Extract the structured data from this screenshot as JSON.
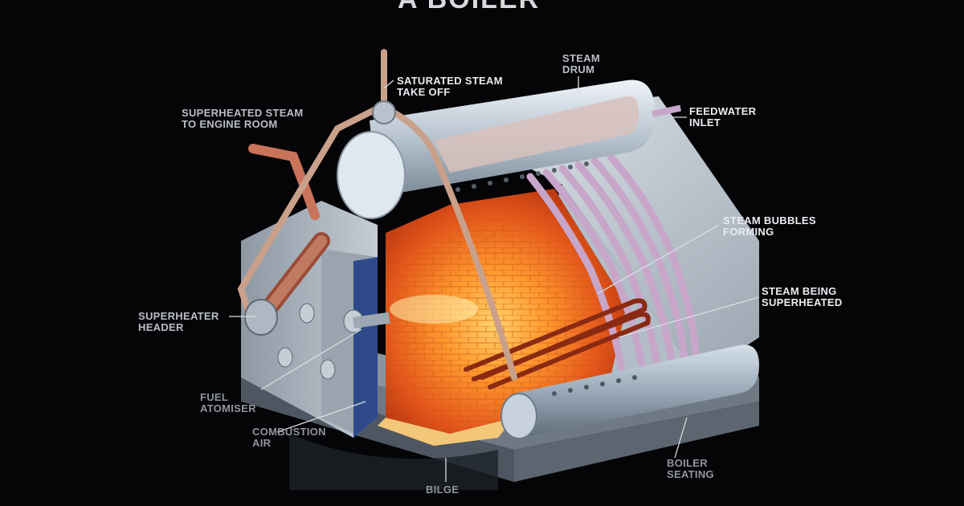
{
  "title": "A BOILER",
  "labels": {
    "saturated_steam": [
      "SATURATED STEAM",
      "TAKE OFF"
    ],
    "steam_drum": [
      "STEAM",
      "DRUM"
    ],
    "feedwater_inlet": [
      "FEEDWATER",
      "INLET"
    ],
    "superheated_steam": [
      "SUPERHEATED STEAM",
      "TO ENGINE ROOM"
    ],
    "steam_bubbles": [
      "STEAM BUBBLES",
      "FORMING"
    ],
    "steam_superheated": [
      "STEAM BEING",
      "SUPERHEATED"
    ],
    "superheater_header": [
      "SUPERHEATER",
      "HEADER"
    ],
    "fuel_atomiser": [
      "FUEL",
      "ATOMISER"
    ],
    "combustion_air": [
      "COMBUSTION",
      "AIR"
    ],
    "bilge": [
      "BILGE"
    ],
    "boiler_seating": [
      "BOILER",
      "SEATING"
    ]
  },
  "colors": {
    "background": "#050507",
    "casing": "#c9d2da",
    "fire": "#f06a1c",
    "pipe": "#c99c86",
    "tubes": "#c7a6c9",
    "leader_line": "#d8dde2"
  }
}
